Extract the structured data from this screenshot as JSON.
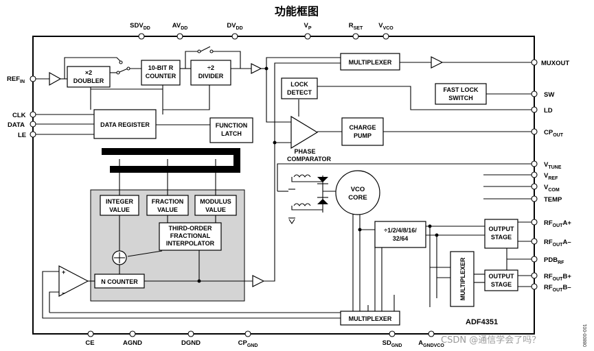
{
  "title": "功能框图",
  "part_number": "ADF4351",
  "figure_code": "08800-001",
  "watermark": "CSDN @通信学会了吗？",
  "top_pins": {
    "sdvdd": {
      "main": "SDV",
      "sub": "DD"
    },
    "avdd": {
      "main": "AV",
      "sub": "DD"
    },
    "dvdd": {
      "main": "DV",
      "sub": "DD"
    },
    "vp": {
      "main": "V",
      "sub": "P"
    },
    "rset": {
      "main": "R",
      "sub": "SET"
    },
    "vvco": {
      "main": "V",
      "sub": "VCO"
    }
  },
  "left_pins": {
    "refin": {
      "main": "REF",
      "sub": "IN"
    },
    "clk": "CLK",
    "data": "DATA",
    "le": "LE"
  },
  "right_pins": {
    "muxout": "MUXOUT",
    "sw": "SW",
    "ld": "LD",
    "cpout": {
      "main": "CP",
      "sub": "OUT"
    },
    "vtune": {
      "main": "V",
      "sub": "TUNE"
    },
    "vref": {
      "main": "V",
      "sub": "REF"
    },
    "vcom": {
      "main": "V",
      "sub": "COM"
    },
    "temp": "TEMP",
    "rfouta_p": {
      "main": "RF",
      "sub": "OUT",
      "suf": "A+"
    },
    "rfouta_n": {
      "main": "RF",
      "sub": "OUT",
      "suf": "A–"
    },
    "pdbrf": {
      "main": "PDB",
      "sub": "RF"
    },
    "rfoutb_p": {
      "main": "RF",
      "sub": "OUT",
      "suf": "B+"
    },
    "rfoutb_n": {
      "main": "RF",
      "sub": "OUT",
      "suf": "B–"
    }
  },
  "bottom_pins": {
    "ce": "CE",
    "agnd": "AGND",
    "dgnd": "DGND",
    "cpgnd": {
      "main": "CP",
      "sub": "GND"
    },
    "sdgnd": {
      "main": "SD",
      "sub": "GND"
    },
    "agndvco": {
      "main": "A",
      "sub": "GNDVCO"
    }
  },
  "blocks": {
    "doubler": [
      "×2",
      "DOUBLER"
    ],
    "r_counter": [
      "10-BIT R",
      "COUNTER"
    ],
    "divider": [
      "÷2",
      "DIVIDER"
    ],
    "multiplexer_top": "MULTIPLEXER",
    "lock_detect": [
      "LOCK",
      "DETECT"
    ],
    "fast_lock": [
      "FAST LOCK",
      "SWITCH"
    ],
    "data_register": "DATA REGISTER",
    "function_latch": [
      "FUNCTION",
      "LATCH"
    ],
    "charge_pump": [
      "CHARGE",
      "PUMP"
    ],
    "phase_comparator": [
      "PHASE",
      "COMPARATOR"
    ],
    "vco_core": [
      "VCO",
      "CORE"
    ],
    "integer_value": [
      "INTEGER",
      "VALUE"
    ],
    "fraction_value": [
      "FRACTION",
      "VALUE"
    ],
    "modulus_value": [
      "MODULUS",
      "VALUE"
    ],
    "interpolator": [
      "THIRD-ORDER",
      "FRACTIONAL",
      "INTERPOLATOR"
    ],
    "n_counter": "N COUNTER",
    "output_divider": [
      "÷1/2/4/8/16/",
      "32/64"
    ],
    "output_stage_a": [
      "OUTPUT",
      "STAGE"
    ],
    "output_stage_b": [
      "OUTPUT",
      "STAGE"
    ],
    "multiplexer_vertical": "MULTIPLEXER",
    "multiplexer_bottom": "MULTIPLEXER"
  },
  "op_amp_signs": {
    "plus": "+",
    "minus": "–"
  }
}
